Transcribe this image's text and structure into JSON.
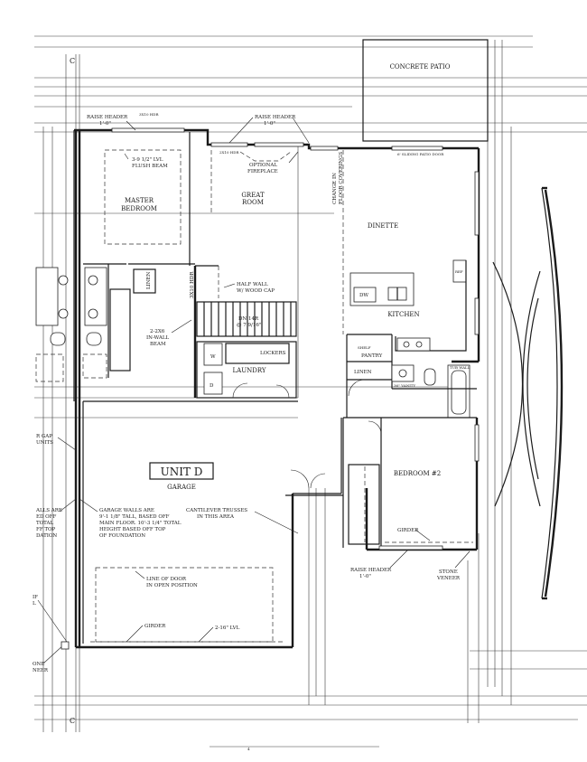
{
  "unit_title": "UNIT D",
  "rooms": {
    "master_bedroom": [
      "MASTER",
      "BEDROOM"
    ],
    "great_room": [
      "GREAT",
      "ROOM"
    ],
    "dinette": "DINETTE",
    "kitchen": "KITCHEN",
    "pantry": "PANTRY",
    "linen_right": "LINEN",
    "linen_left": "LINEN",
    "laundry": "LAUNDRY",
    "lockers": "LOCKERS",
    "garage": "GARAGE",
    "bedroom2": "BEDROOM #2",
    "patio": "CONCRETE PATIO"
  },
  "notes": {
    "raise_header_1": [
      "RAISE HEADER",
      "1'-0\""
    ],
    "raise_header_2": [
      "RAISE HEADER",
      "1'-0\""
    ],
    "raise_header_3": [
      "RAISE HEADER",
      "1'-0\""
    ],
    "lvl_beam": [
      "3-9 1/2\" LVL",
      "FLUSH BEAM"
    ],
    "fireplace": [
      "OPTIONAL",
      "FIREPLACE"
    ],
    "change_floor": [
      "CHANGE IN",
      "FLOOR COVERINGS"
    ],
    "half_wall": [
      "HALF WALL",
      "W/ WOOD CAP"
    ],
    "in_wall_beam": [
      "2-2X6",
      "IN-WALL",
      "BEAM"
    ],
    "stair": [
      "DN 14R",
      "@ 7 9/16\""
    ],
    "cantilever": [
      "CANTILEVER TRUSSES",
      "IN THIS AREA"
    ],
    "garage_walls": [
      "GARAGE WALLS ARE",
      "9'-1 1/8\" TALL, BASED OFF",
      "MAIN FLOOR. 10'-3 1/4\" TOTAL",
      "HEIGHT BASED OFF TOP",
      "OF FOUNDATION"
    ],
    "garage_walls_left": [
      "ALLS ARE",
      "ED OFF",
      "TOTAL",
      "FF TOP",
      "DATION"
    ],
    "gap_left": [
      "R GAP",
      "UNITS"
    ],
    "line_of_door": [
      "LINE OF DOOR",
      "IN OPEN POSITION"
    ],
    "girder_garage": "GIRDER",
    "girder_bed": "GIRDER",
    "lvl_216": "2-16\" LVL",
    "stone_veneer": [
      "STONE",
      "VENEER"
    ],
    "stone_left": [
      "ONE",
      "NEER"
    ],
    "if_left": [
      "IF",
      "L"
    ],
    "dw": "DW",
    "ref": "REF",
    "w": "W",
    "d": "D",
    "grid_c_top": "C",
    "grid_c_bottom": "C",
    "pantry_shelf": "SHELF",
    "vanity": "36\" VANITY",
    "half_wall_right": "TUB WALL",
    "tiny_header": "3X10 HDR",
    "tiny_header2": "2X10 HDR",
    "sliding_door": "6' SLIDING PATIO DOOR"
  },
  "page_number": "4"
}
